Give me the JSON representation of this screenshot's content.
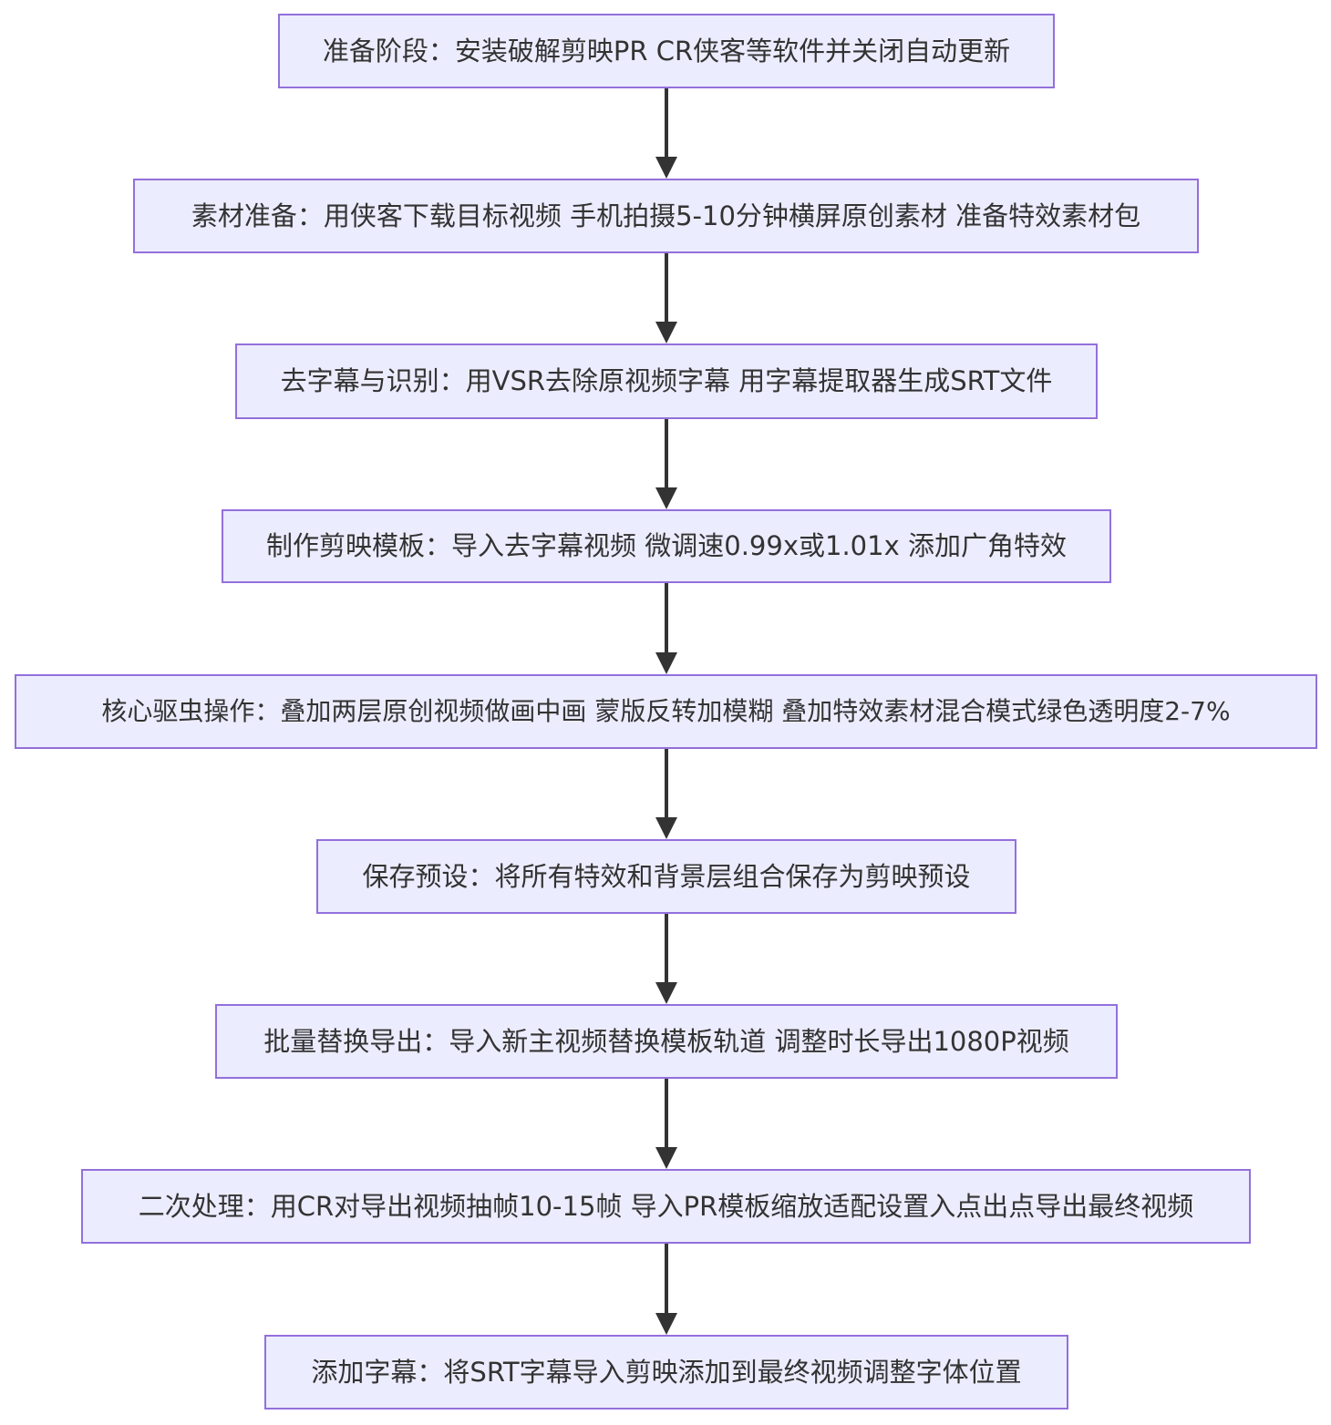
{
  "steps": [
    {
      "label": "准备阶段：安装破解剪映PR CR侠客等软件并关闭自动更新"
    },
    {
      "label": "素材准备：用侠客下载目标视频 手机拍摄5-10分钟横屏原创素材 准备特效素材包"
    },
    {
      "label": "去字幕与识别：用VSR去除原视频字幕 用字幕提取器生成SRT文件"
    },
    {
      "label": "制作剪映模板：导入去字幕视频 微调速0.99x或1.01x 添加广角特效"
    },
    {
      "label": "核心驱虫操作：叠加两层原创视频做画中画 蒙版反转加模糊 叠加特效素材混合模式绿色透明度2-7%"
    },
    {
      "label": "保存预设：将所有特效和背景层组合保存为剪映预设"
    },
    {
      "label": "批量替换导出：导入新主视频替换模板轨道 调整时长导出1080P视频"
    },
    {
      "label": "二次处理：用CR对导出视频抽帧10-15帧 导入PR模板缩放适配设置入点出点导出最终视频"
    },
    {
      "label": "添加字幕：将SRT字幕导入剪映添加到最终视频调整字体位置"
    }
  ],
  "colors": {
    "node_fill": "#ececff",
    "node_border": "#9370db",
    "text": "#333333",
    "edge": "#333333"
  }
}
